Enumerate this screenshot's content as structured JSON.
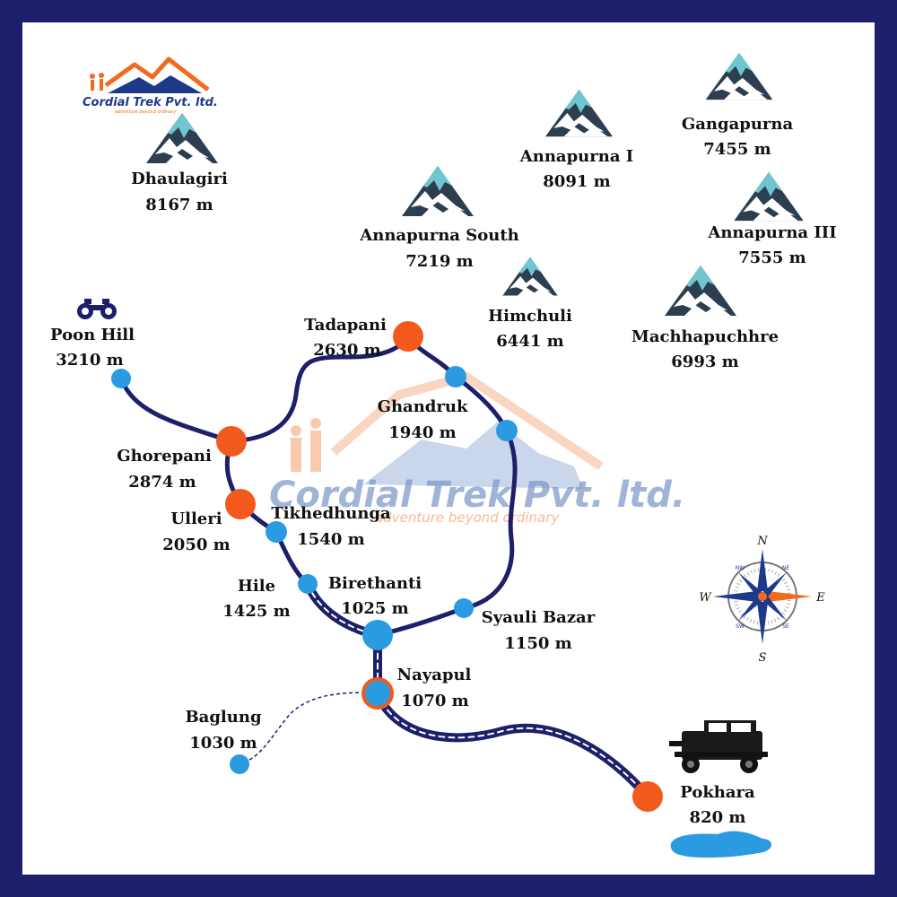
{
  "logo": {
    "name": "Cordial Trek Pvt. ltd.",
    "tagline": "adventure beyond ordinary"
  },
  "watermark": {
    "name": "Cordial Trek Pvt. ltd.",
    "tagline": "adventure beyond ordinary"
  },
  "peaks": [
    {
      "name": "Dhaulagiri",
      "elevation": "8167 m"
    },
    {
      "name": "Annapurna I",
      "elevation": "8091 m"
    },
    {
      "name": "Gangapurna",
      "elevation": "7455 m"
    },
    {
      "name": "Annapurna South",
      "elevation": "7219 m"
    },
    {
      "name": "Annapurna III",
      "elevation": "7555 m"
    },
    {
      "name": "Himchuli",
      "elevation": "6441 m"
    },
    {
      "name": "Machhapuchhre",
      "elevation": "6993 m"
    }
  ],
  "places": {
    "poon_hill": {
      "name": "Poon Hill",
      "elevation": "3210 m",
      "icon": "binoculars-icon"
    },
    "tadapani": {
      "name": "Tadapani",
      "elevation": "2630 m"
    },
    "ghandruk": {
      "name": "Ghandruk",
      "elevation": "1940 m"
    },
    "ghorepani": {
      "name": "Ghorepani",
      "elevation": "2874 m"
    },
    "ulleri": {
      "name": "Ulleri",
      "elevation": "2050 m"
    },
    "tikhedhunga": {
      "name": "Tikhedhunga",
      "elevation": "1540 m"
    },
    "hile": {
      "name": "Hile",
      "elevation": "1425 m"
    },
    "birethanti": {
      "name": "Birethanti",
      "elevation": "1025 m"
    },
    "syauli_bazar": {
      "name": "Syauli Bazar",
      "elevation": "1150 m"
    },
    "nayapul": {
      "name": "Nayapul",
      "elevation": "1070 m"
    },
    "baglung": {
      "name": "Baglung",
      "elevation": "1030 m"
    },
    "pokhara": {
      "name": "Pokhara",
      "elevation": "820 m",
      "icon": "jeep-icon",
      "lake_icon": "lake-icon"
    }
  },
  "compass": {
    "n": "N",
    "s": "S",
    "e": "E",
    "w": "W",
    "nw": "NW",
    "ne": "NE",
    "sw": "SW",
    "se": "SE"
  },
  "colors": {
    "frame": "#1d1f6b",
    "route": "#1d1f6b",
    "major_stop": "#f25a1d",
    "minor_stop": "#2a9be0",
    "lake": "#2a9be0",
    "peak_snow": "#6fc6cf"
  }
}
